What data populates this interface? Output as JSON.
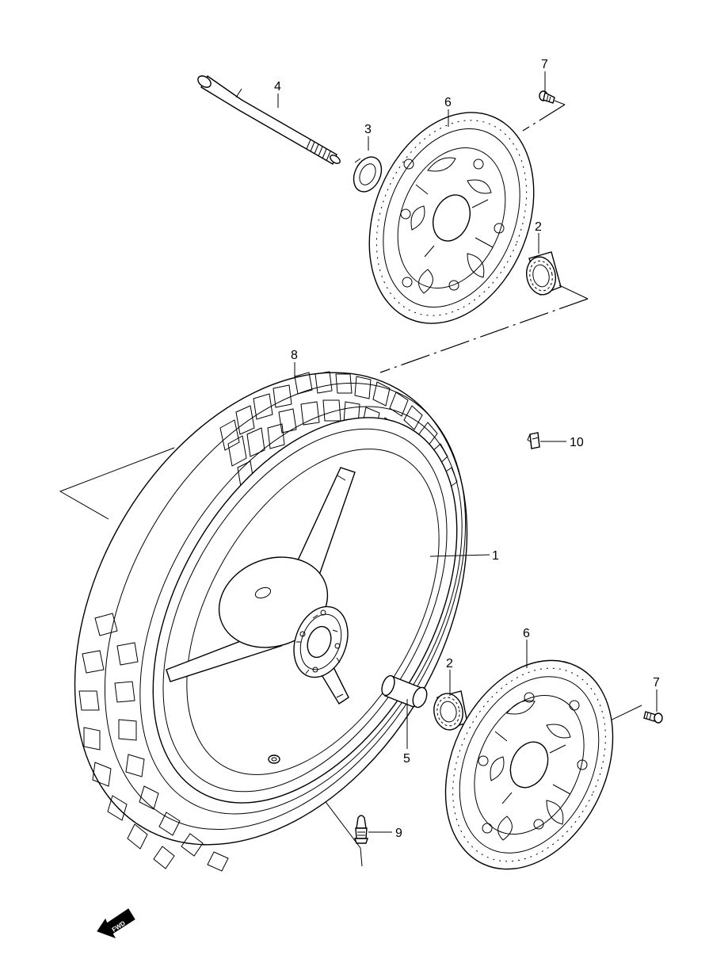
{
  "callouts": {
    "wheel": "1",
    "bearing_upper": "2",
    "bearing_lower": "2",
    "dust_seal": "3",
    "axle": "4",
    "spacer": "5",
    "disc_upper": "6",
    "disc_lower": "6",
    "bolt_upper": "7",
    "bolt_lower": "7",
    "tire": "8",
    "valve": "9",
    "clip": "10"
  },
  "direction_label": "FWD"
}
